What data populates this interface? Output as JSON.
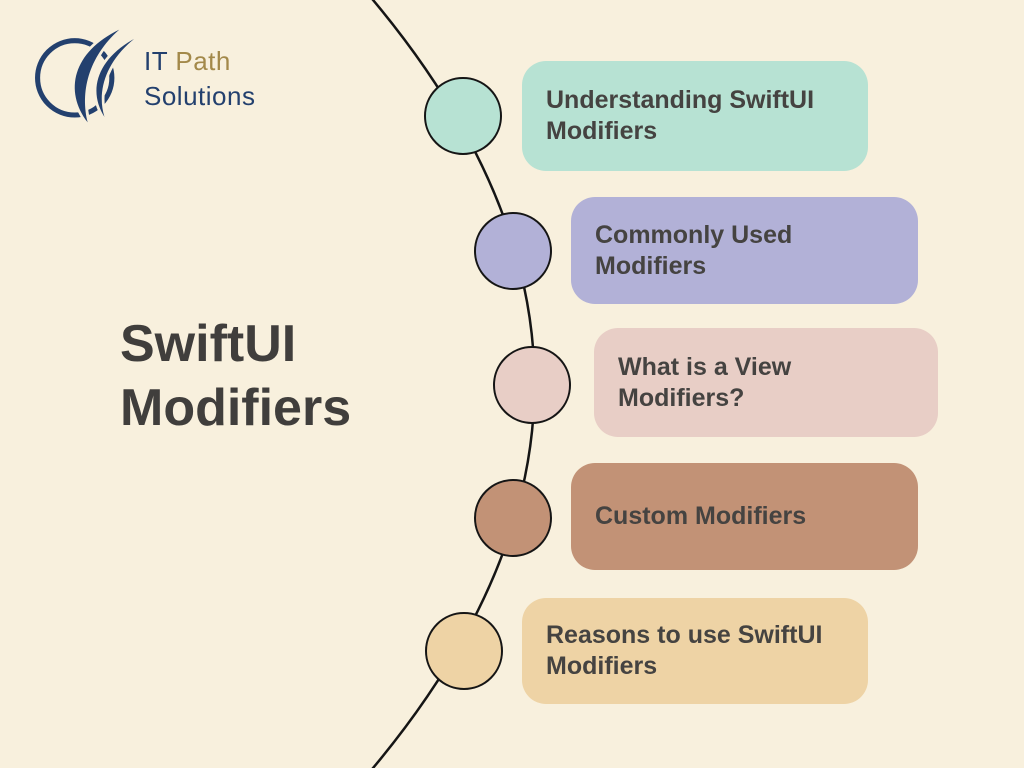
{
  "page": {
    "background_color": "#f8f0dd",
    "line_color": "#151515",
    "text_color": "#454341"
  },
  "logo": {
    "word_it": "IT",
    "word_path": "Path",
    "word_solutions": "Solutions",
    "navy_color": "#23406e",
    "gold_color": "#a3894a"
  },
  "title": "SwiftUI Modifiers",
  "timeline": {
    "items": [
      {
        "label": "Understanding SwiftUI Modifiers",
        "color": "#b7e2d3"
      },
      {
        "label": "Commonly Used Modifiers",
        "color": "#b2b1d7"
      },
      {
        "label": "What is a View Modifiers?",
        "color": "#e8cec6"
      },
      {
        "label": "Custom Modifiers",
        "color": "#c29276"
      },
      {
        "label": "Reasons to use SwiftUI Modifiers",
        "color": "#eed3a5"
      }
    ]
  }
}
